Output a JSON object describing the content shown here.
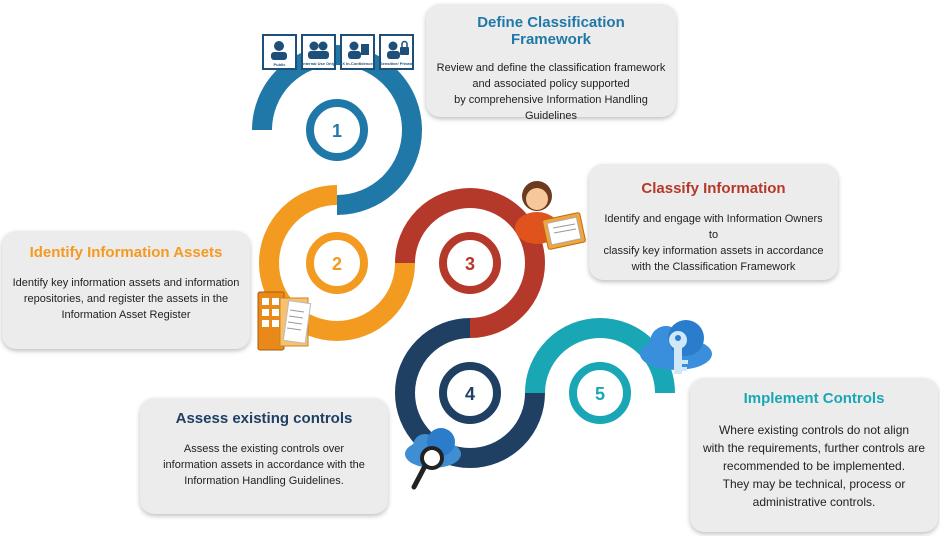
{
  "steps": [
    {
      "number": "1",
      "title": "Define Classification Framework",
      "description": "Review and define the classification framework\nand associated policy supported\nby comprehensive Information Handling\nGuidelines",
      "color": "#1f78a8"
    },
    {
      "number": "2",
      "title": "Identify Information Assets",
      "description": "Identify key information assets and information\nrepositories, and register the assets in the\nInformation Asset Register",
      "color": "#f39a21"
    },
    {
      "number": "3",
      "title": "Classify Information",
      "description": "Identify and engage with Information Owners to\nclassify key information assets in accordance\nwith the Classification Framework",
      "color": "#b5392b"
    },
    {
      "number": "4",
      "title": "Assess existing controls",
      "description": "Assess the existing controls over\ninformation assets in accordance with the\nInformation Handling Guidelines.",
      "color": "#1f3f63"
    },
    {
      "number": "5",
      "title": "Implement Controls",
      "description": "Where existing controls do not align\nwith the requirements, further controls are\nrecommended to be implemented.\nThey may be technical, process or\nadministrative controls.",
      "color": "#1aa7b5"
    }
  ],
  "classification_icons": [
    "Public",
    "Internal Use Only",
    "X In-Confidence",
    "Sensitive/ Private"
  ],
  "icons": [
    "classification-labels-icon",
    "documents-folder-icon",
    "person-folder-icon",
    "cloud-search-icon",
    "cloud-key-icon"
  ]
}
